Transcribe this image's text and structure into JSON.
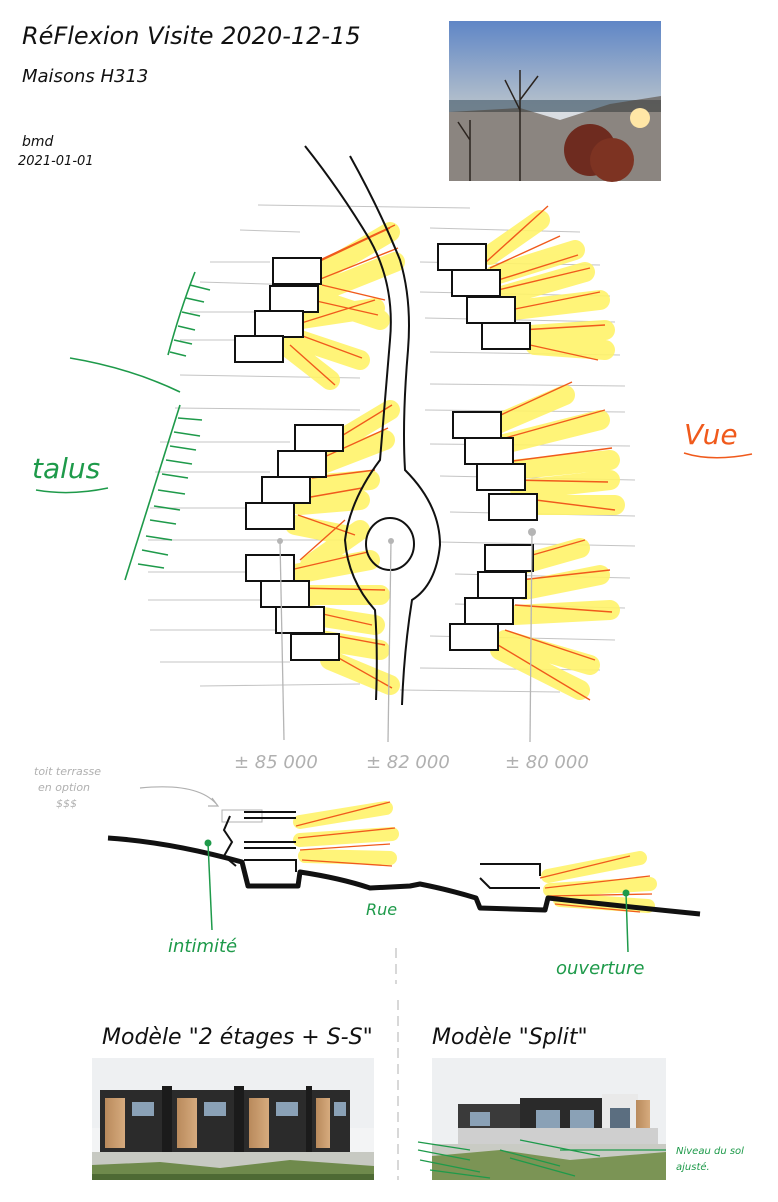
{
  "header": {
    "title": "RéFlexion Visite 2020-12-15",
    "subtitle": "Maisons H313",
    "author": "bmd",
    "date": "2021-01-01"
  },
  "plan": {
    "label_left": "talus",
    "label_right": "Vue",
    "elevations": [
      "± 85 000",
      "± 82 000",
      "± 80 000"
    ]
  },
  "section": {
    "note": [
      "toit terrasse",
      "en option",
      "$$$"
    ],
    "label_street": "Rue",
    "label_private": "intimité",
    "label_open": "ouverture"
  },
  "models": {
    "left_title": "Modèle \"2 étages + S-S\"",
    "right_title": "Modèle \"Split\"",
    "ground_note": [
      "Niveau du sol",
      "ajusté."
    ]
  },
  "colors": {
    "ink": "#111111",
    "green": "#1e9a4a",
    "orange": "#f05a1c",
    "highlight": "#fff36a",
    "grey": "#bdbdbd"
  }
}
